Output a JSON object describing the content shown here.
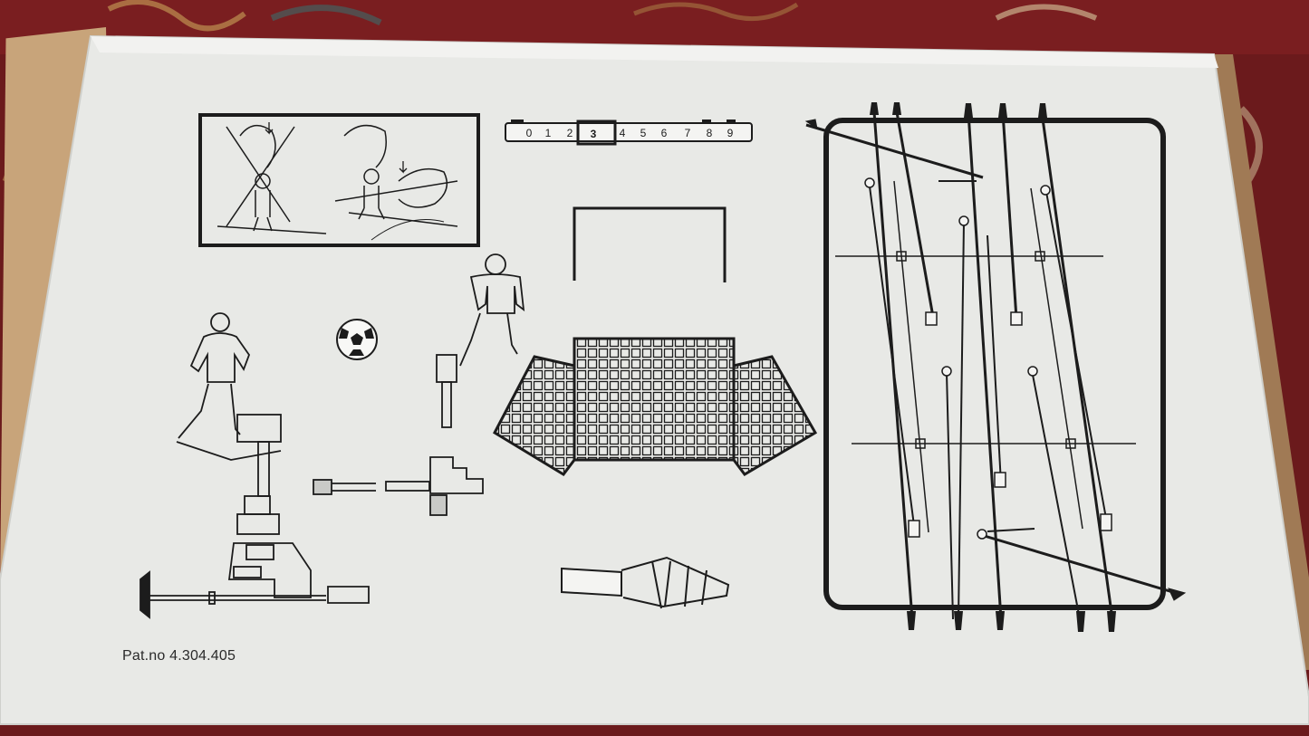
{
  "photo": {
    "subject": "table-football-box-lid",
    "patent_text": "Pat.no 4.304.405",
    "score_digits": [
      "0",
      "1",
      "2",
      "3",
      "4",
      "5",
      "6",
      "7",
      "8",
      "9"
    ],
    "score_selected": "3",
    "colors": {
      "carpet": "#6b1a1c",
      "lid": "#e8e9e6",
      "cardboard": "#c8a47a",
      "ink": "#1c1c1c"
    }
  }
}
